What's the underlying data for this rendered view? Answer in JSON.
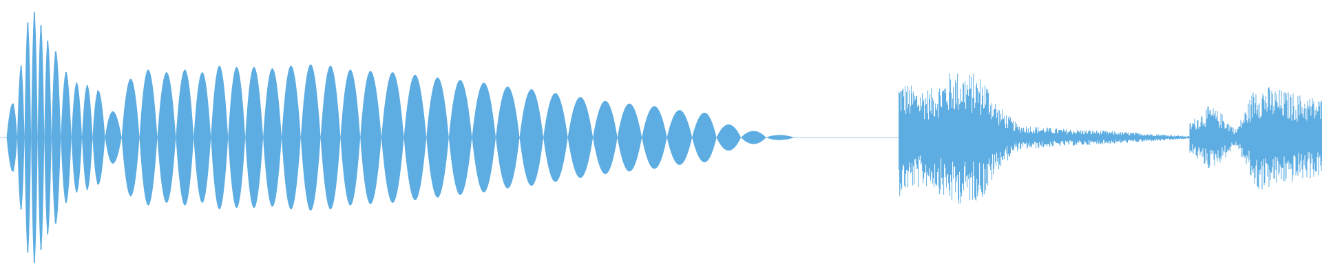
{
  "waveform": {
    "color": "#5dade2",
    "background": "#ffffff",
    "description_visible_text": "",
    "segments": [
      {
        "name": "tone-burst-decay",
        "kind": "tonal",
        "start_frac": 0.0,
        "end_frac": 0.6125,
        "lobes": [
          {
            "c": 0.01,
            "a": 0.26
          },
          {
            "c": 0.016,
            "a": 0.55
          },
          {
            "c": 0.021,
            "a": 0.88
          },
          {
            "c": 0.026,
            "a": 0.96
          },
          {
            "c": 0.031,
            "a": 0.86
          },
          {
            "c": 0.036,
            "a": 0.74
          },
          {
            "c": 0.042,
            "a": 0.66
          },
          {
            "c": 0.05,
            "a": 0.5
          },
          {
            "c": 0.058,
            "a": 0.42
          },
          {
            "c": 0.066,
            "a": 0.4
          },
          {
            "c": 0.074,
            "a": 0.36
          },
          {
            "c": 0.085,
            "a": 0.2
          },
          {
            "c": 0.099,
            "a": 0.45
          },
          {
            "c": 0.112,
            "a": 0.52
          },
          {
            "c": 0.126,
            "a": 0.5
          },
          {
            "c": 0.14,
            "a": 0.52
          },
          {
            "c": 0.153,
            "a": 0.5
          },
          {
            "c": 0.166,
            "a": 0.55
          },
          {
            "c": 0.179,
            "a": 0.54
          },
          {
            "c": 0.192,
            "a": 0.54
          },
          {
            "c": 0.206,
            "a": 0.53
          },
          {
            "c": 0.22,
            "a": 0.55
          },
          {
            "c": 0.235,
            "a": 0.56
          },
          {
            "c": 0.25,
            "a": 0.55
          },
          {
            "c": 0.265,
            "a": 0.52
          },
          {
            "c": 0.28,
            "a": 0.51
          },
          {
            "c": 0.297,
            "a": 0.5
          },
          {
            "c": 0.314,
            "a": 0.48
          },
          {
            "c": 0.331,
            "a": 0.46
          },
          {
            "c": 0.348,
            "a": 0.44
          },
          {
            "c": 0.366,
            "a": 0.42
          },
          {
            "c": 0.384,
            "a": 0.39
          },
          {
            "c": 0.402,
            "a": 0.37
          },
          {
            "c": 0.42,
            "a": 0.34
          },
          {
            "c": 0.439,
            "a": 0.31
          },
          {
            "c": 0.458,
            "a": 0.28
          },
          {
            "c": 0.476,
            "a": 0.26
          },
          {
            "c": 0.495,
            "a": 0.24
          },
          {
            "c": 0.514,
            "a": 0.21
          },
          {
            "c": 0.533,
            "a": 0.19
          },
          {
            "c": 0.551,
            "a": 0.1
          },
          {
            "c": 0.57,
            "a": 0.05
          },
          {
            "c": 0.589,
            "a": 0.02
          }
        ]
      },
      {
        "name": "noisy-burst",
        "kind": "noise",
        "start_frac": 0.68,
        "end_frac": 0.9,
        "envelope": [
          {
            "t": 0.68,
            "a": 0.45
          },
          {
            "t": 0.69,
            "a": 0.4
          },
          {
            "t": 0.705,
            "a": 0.38
          },
          {
            "t": 0.72,
            "a": 0.52
          },
          {
            "t": 0.735,
            "a": 0.5
          },
          {
            "t": 0.745,
            "a": 0.46
          },
          {
            "t": 0.755,
            "a": 0.25
          },
          {
            "t": 0.77,
            "a": 0.1
          },
          {
            "t": 0.8,
            "a": 0.07
          },
          {
            "t": 0.84,
            "a": 0.05
          },
          {
            "t": 0.88,
            "a": 0.025
          },
          {
            "t": 0.9,
            "a": 0.01
          }
        ]
      },
      {
        "name": "noise-tail",
        "kind": "noise",
        "start_frac": 0.9,
        "end_frac": 1.0,
        "envelope": [
          {
            "t": 0.9,
            "a": 0.12
          },
          {
            "t": 0.915,
            "a": 0.25
          },
          {
            "t": 0.925,
            "a": 0.18
          },
          {
            "t": 0.935,
            "a": 0.06
          },
          {
            "t": 0.942,
            "a": 0.22
          },
          {
            "t": 0.95,
            "a": 0.42
          },
          {
            "t": 0.965,
            "a": 0.38
          },
          {
            "t": 0.98,
            "a": 0.34
          },
          {
            "t": 1.0,
            "a": 0.3
          }
        ]
      }
    ]
  }
}
